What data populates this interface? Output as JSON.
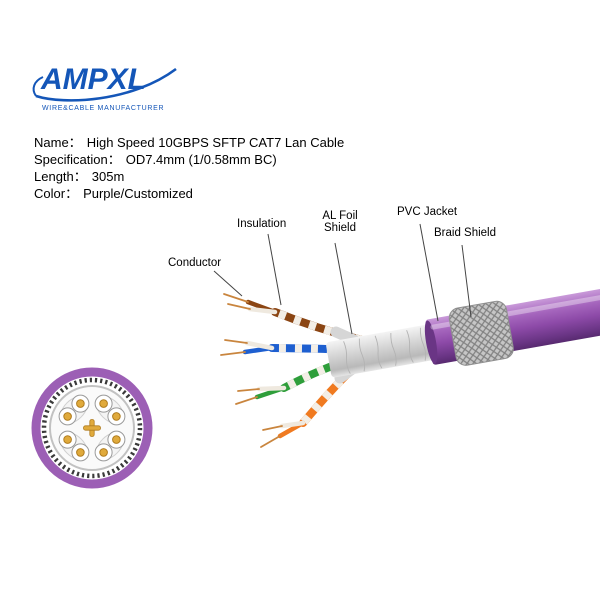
{
  "brand": {
    "logo_text": "AMPXL",
    "tagline": "WIRE&CABLE MANUFACTURER",
    "brand_color": "#1456b8"
  },
  "specs": {
    "rows": [
      {
        "label": "Name：",
        "value": "High Speed 10GBPS SFTP CAT7 Lan Cable"
      },
      {
        "label": "Specification：",
        "value": "OD7.4mm (1/0.58mm BC)"
      },
      {
        "label": "Length：",
        "value": "305m"
      },
      {
        "label": "Color：",
        "value": "Purple/Customized"
      }
    ]
  },
  "diagram": {
    "labels": {
      "conductor": "Conductor",
      "insulation": "Insulation",
      "al_foil_line1": "AL Foil",
      "al_foil_line2": "Shield",
      "pvc_jacket": "PVC Jacket",
      "braid_shield": "Braid Shield"
    },
    "colors": {
      "jacket_purple": "#8d4aa8",
      "braid_silver": "#c6c6c6",
      "foil_silver": "#d9d9d9",
      "pair_brown": "#8b4513",
      "pair_blue": "#1e5fd0",
      "pair_green": "#2e9e3a",
      "pair_orange": "#f07a20",
      "conductor_copper": "#c9853e",
      "cross_section_gold": "#e0aa3c"
    }
  }
}
